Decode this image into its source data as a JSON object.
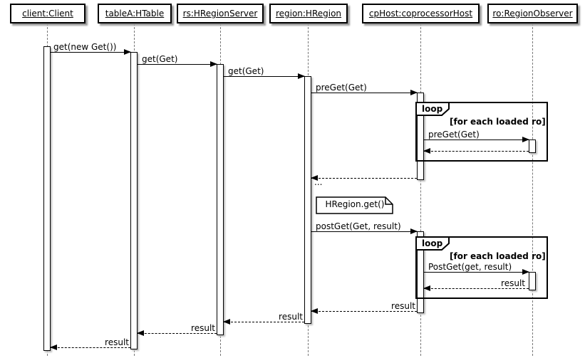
{
  "participants": [
    {
      "id": "client",
      "label": "client:Client"
    },
    {
      "id": "tableA",
      "label": "tableA:HTable"
    },
    {
      "id": "rs",
      "label": "rs:HRegionServer"
    },
    {
      "id": "region",
      "label": "region:HRegion"
    },
    {
      "id": "cpHost",
      "label": "cpHost:coprocessorHost"
    },
    {
      "id": "ro",
      "label": "ro:RegionObserver"
    }
  ],
  "messages": [
    {
      "from": "client",
      "to": "tableA",
      "label": "get(new Get())",
      "style": "call"
    },
    {
      "from": "tableA",
      "to": "rs",
      "label": "get(Get)",
      "style": "call"
    },
    {
      "from": "rs",
      "to": "region",
      "label": "get(Get)",
      "style": "call"
    },
    {
      "from": "region",
      "to": "cpHost",
      "label": "preGet(Get)",
      "style": "call"
    },
    {
      "from": "cpHost",
      "to": "ro",
      "label": "preGet(Get)",
      "style": "call"
    },
    {
      "from": "ro",
      "to": "cpHost",
      "label": "",
      "style": "return"
    },
    {
      "from": "cpHost",
      "to": "region",
      "label": "",
      "style": "return"
    },
    {
      "from": "region",
      "to": "cpHost",
      "label": "postGet(Get, result)",
      "style": "call"
    },
    {
      "from": "cpHost",
      "to": "ro",
      "label": "PostGet(get, result)",
      "style": "call"
    },
    {
      "from": "ro",
      "to": "cpHost",
      "label": "result",
      "style": "return"
    },
    {
      "from": "cpHost",
      "to": "region",
      "label": "result",
      "style": "return"
    },
    {
      "from": "region",
      "to": "rs",
      "label": "result",
      "style": "return"
    },
    {
      "from": "rs",
      "to": "tableA",
      "label": "result",
      "style": "return"
    },
    {
      "from": "tableA",
      "to": "client",
      "label": "result",
      "style": "return"
    }
  ],
  "fragments": [
    {
      "operator": "loop",
      "guard": "[for each loaded ro]"
    },
    {
      "operator": "loop",
      "guard": "[for each loaded ro]"
    }
  ],
  "note": {
    "text": "HRegion.get()"
  },
  "ellipsis": "...",
  "colors": {
    "line": "#000000",
    "fill": "#FEFEFE",
    "background": "#FFFFFF",
    "shadow": "#999999"
  }
}
